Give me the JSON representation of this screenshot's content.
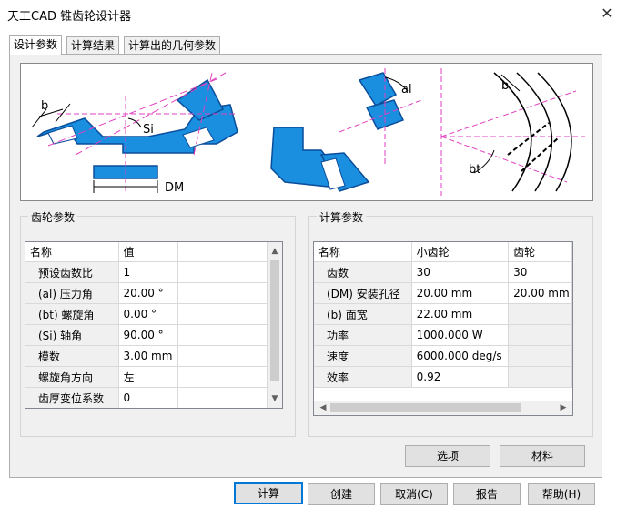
{
  "window": {
    "title": "天工CAD 锥齿轮设计器",
    "close_glyph": "✕"
  },
  "tabs": [
    {
      "label": "设计参数",
      "active": true
    },
    {
      "label": "计算结果",
      "active": false
    },
    {
      "label": "计算出的几何参数",
      "active": false
    }
  ],
  "diagram": {
    "label_b1": "b",
    "label_si": "Si",
    "label_dm": "DM",
    "label_al": "al",
    "label_b2": "b",
    "label_bt": "bt"
  },
  "gear_params": {
    "title": "齿轮参数",
    "columns": [
      "名称",
      "值",
      ""
    ],
    "rows": [
      {
        "name": "预设齿数比",
        "value": "1"
      },
      {
        "name": "(al) 压力角",
        "value": "20.00 °"
      },
      {
        "name": "(bt) 螺旋角",
        "value": "0.00 °"
      },
      {
        "name": "(Si) 轴角",
        "value": "90.00 °"
      },
      {
        "name": "模数",
        "value": "3.00 mm"
      },
      {
        "name": "螺旋角方向",
        "value": "左"
      },
      {
        "name": "齿厚变位系数",
        "value": "0"
      }
    ]
  },
  "calc_params": {
    "title": "计算参数",
    "columns": [
      "名称",
      "小齿轮",
      "齿轮"
    ],
    "rows": [
      {
        "name": "齿数",
        "pinion": "30",
        "gear": "30"
      },
      {
        "name": "(DM) 安装孔径",
        "pinion": "20.00 mm",
        "gear": "20.00 mm"
      },
      {
        "name": "(b) 面宽",
        "pinion": "22.00 mm",
        "gear": ""
      },
      {
        "name": "功率",
        "pinion": "1000.000 W",
        "gear": ""
      },
      {
        "name": "速度",
        "pinion": "6000.000 deg/s",
        "gear": ""
      },
      {
        "name": "效率",
        "pinion": "0.92",
        "gear": ""
      }
    ]
  },
  "panel_buttons": {
    "options": "选项",
    "material": "材料"
  },
  "footer_buttons": {
    "calculate": "计算",
    "create": "创建",
    "cancel": "取消(C)",
    "report": "报告",
    "help": "帮助(H)"
  },
  "colors": {
    "accent": "#0078d7",
    "diagram_blue": "#1a8fe0",
    "diagram_dark": "#0b4d9a",
    "dash_pink": "#e040c0"
  }
}
